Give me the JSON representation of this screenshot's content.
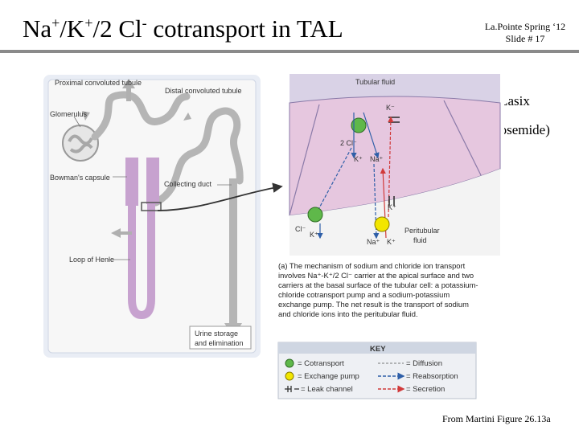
{
  "slide": {
    "title_parts": [
      "Na",
      "+",
      "/K",
      "+",
      "/2 Cl",
      "-",
      " cotransport in TAL"
    ],
    "course": "La.Pointe Spring ‘12",
    "slide_num": "Slide # 17",
    "drug_name": "Lasix",
    "drug_generic": "(furosemide)",
    "source": "From Martini  Figure 26.13a"
  },
  "nephron": {
    "proximal": "Proximal convoluted tubule",
    "distal": "Distal convoluted tubule",
    "glomerulus": "Glomerulus",
    "bowman": "Bowman's capsule",
    "collecting": "Collecting duct",
    "loop": "Loop of Henle",
    "urine1": "Urine storage",
    "urine2": "and elimination"
  },
  "cell": {
    "tubular_fluid": "Tubular fluid",
    "k_apical": "K⁻",
    "cl2": "2 Cl⁻",
    "k_in": "K⁺",
    "na_in": "Na⁺",
    "k_basal": "K⁺",
    "cl_out": "Cl⁻",
    "k_out": "K⁺",
    "na_out": "Na⁺",
    "k_out2": "K⁺",
    "peritubular1": "Peritubular",
    "peritubular2": "fluid"
  },
  "caption": {
    "lines": [
      "(a) The mechanism of sodium and chloride ion transport",
      "involves Na⁺-K⁺/2 Cl⁻ carrier at the apical surface and two",
      "carriers at the basal surface of the tubular cell: a potassium-",
      "chloride cotransport pump and a sodium-potassium",
      "exchange pump. The net result is the transport of sodium",
      "and chloride ions into the peritubular fluid."
    ]
  },
  "key": {
    "title": "KEY",
    "cotransport": "= Cotransport",
    "exchange": "= Exchange pump",
    "leak": "= Leak channel",
    "diffusion": "= Diffusion",
    "reabsorption": "= Reabsorption",
    "secretion": "= Secretion"
  },
  "colors": {
    "green": "#5fb84a",
    "yellow": "#f2e600",
    "reabsorption": "#2f5fa8",
    "secretion": "#d13a3a",
    "tubule_fill": "#c7a2cf",
    "panel_bg": "#f7f7f7"
  }
}
